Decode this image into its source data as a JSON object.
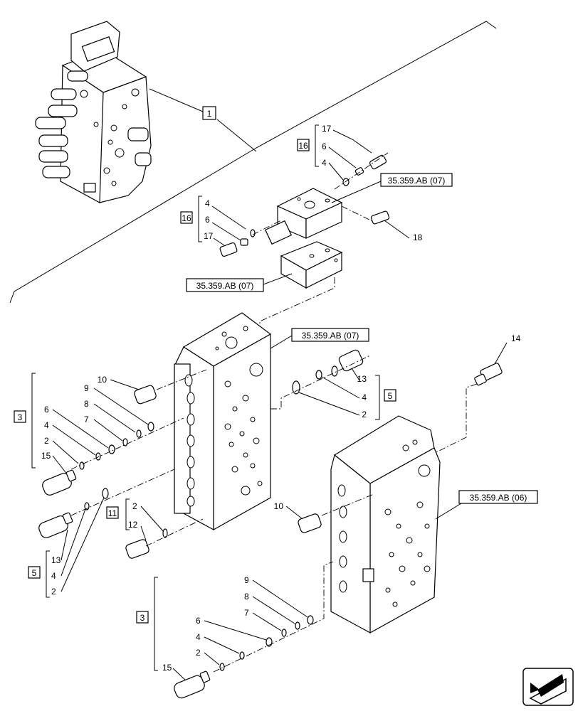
{
  "diagram": {
    "callouts": {
      "c1": "1",
      "c16a": "16",
      "c17a": "17",
      "c6a": "6",
      "c4a": "4",
      "ref07a": "35.359.AB (07)",
      "c16b": "16",
      "c4b": "4",
      "c6b": "6",
      "c17b": "17",
      "c18": "18",
      "ref07b": "35.359.AB (07)",
      "ref07c": "35.359.AB (07)",
      "c14": "14",
      "c13a": "13",
      "c4c": "4",
      "c5a": "5",
      "c2a": "2",
      "c10a": "10",
      "c9a": "9",
      "c8a": "8",
      "c7a": "7",
      "c6c": "6",
      "c4d": "4",
      "c2b": "2",
      "c3a": "3",
      "c15a": "15",
      "c11": "11",
      "c2c": "2",
      "c12": "12",
      "c13b": "13",
      "c4e": "4",
      "c5b": "5",
      "c2d": "2",
      "ref06": "35.359.AB (06)",
      "c10b": "10",
      "c9b": "9",
      "c8b": "8",
      "c7b": "7",
      "c6d": "6",
      "c4f": "4",
      "c2e": "2",
      "c3b": "3",
      "c15b": "15"
    },
    "nav_icon": "arrow-nav-icon"
  }
}
